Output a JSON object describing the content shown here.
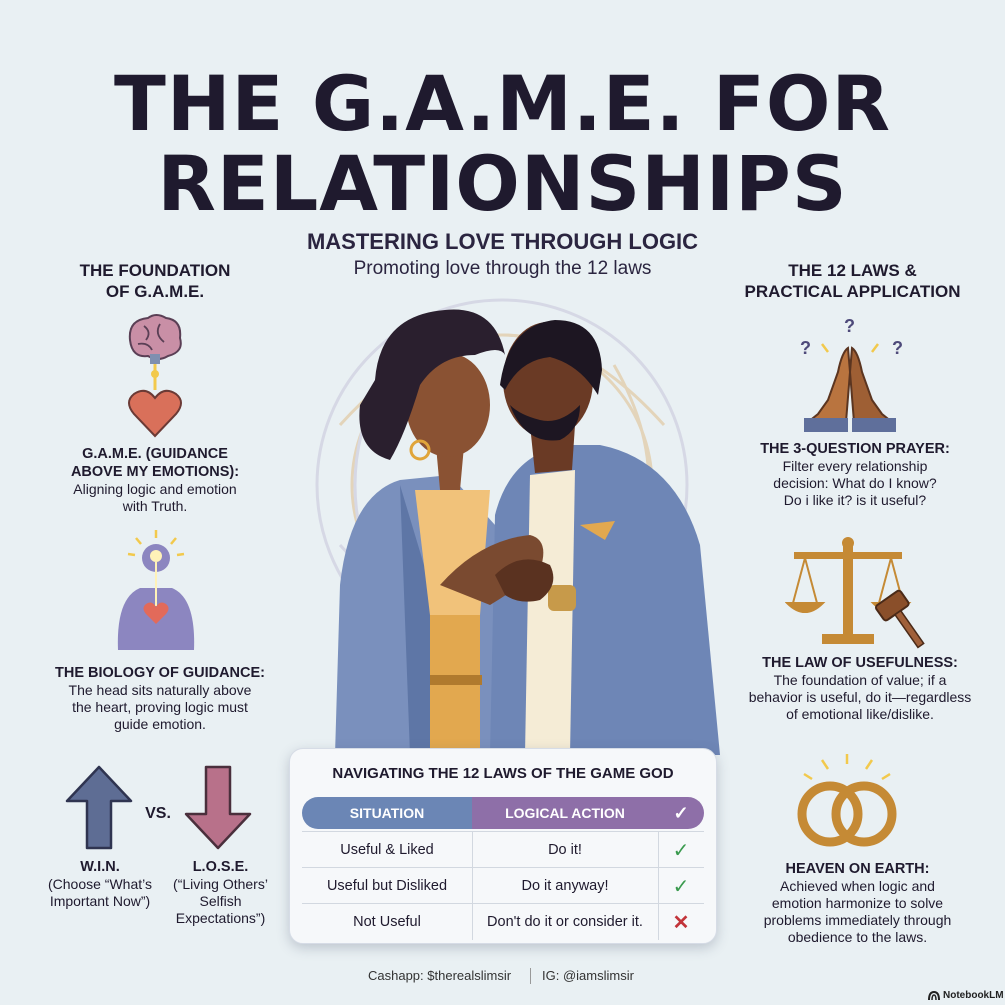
{
  "title_line1": "THE G.A.M.E. FOR",
  "title_line2": "RELATIONSHIPS",
  "subtitle": "MASTERING LOVE THROUGH LOGIC",
  "tagline": "Promoting love through the 12 laws",
  "left": {
    "heading_line1": "THE FOUNDATION",
    "heading_line2": "OF G.A.M.E.",
    "items": [
      {
        "head_line1": "G.A.M.E. (GUIDANCE",
        "head_line2": "ABOVE MY EMOTIONS):",
        "text_line1": "Aligning logic and emotion",
        "text_line2": "with Truth."
      },
      {
        "head_line1": "THE BIOLOGY OF GUIDANCE:",
        "text_line1": "The head sits naturally above",
        "text_line2": "the heart, proving logic must",
        "text_line3": "guide emotion."
      }
    ],
    "vs": "VS.",
    "win_label": "W.I.N.",
    "win_line1": "(Choose “What’s",
    "win_line2": "Important Now”)",
    "lose_label": "L.O.S.E.",
    "lose_line1": "(“Living Others’",
    "lose_line2": "Selfish",
    "lose_line3": "Expectations”)"
  },
  "right": {
    "heading_line1": "THE 12 LAWS &",
    "heading_line2": "PRACTICAL APPLICATION",
    "items": [
      {
        "head": "THE 3-QUESTION PRAYER:",
        "text_line1": "Filter every relationship",
        "text_line2": "decision: What do I know?",
        "text_line3": "Do i like it? is it useful?"
      },
      {
        "head": "THE LAW OF USEFULNESS:",
        "text_line1": "The foundation of value; if a",
        "text_line2": "behavior is useful, do it—regardless",
        "text_line3": "of emotional like/dislike."
      },
      {
        "head": "HEAVEN ON EARTH:",
        "text_line1": "Achieved when logic and",
        "text_line2": "emotion harmonize to solve",
        "text_line3": "problems immediately through",
        "text_line4": "obedience to the laws."
      }
    ]
  },
  "table": {
    "title": "NAVIGATING THE 12 LAWS OF THE GAME GOD",
    "col_situation": "SITUATION",
    "col_action": "LOGICAL ACTION",
    "col_check": "✓",
    "rows": [
      {
        "situation": "Useful & Liked",
        "action": "Do it!",
        "mark": "✓"
      },
      {
        "situation": "Useful but Disliked",
        "action": "Do it anyway!",
        "mark": "✓"
      },
      {
        "situation": "Not Useful",
        "action": "Don't do it or consider it.",
        "mark": "✕"
      }
    ]
  },
  "footer": {
    "cashapp": "Cashapp: $therealslimsir",
    "instagram": "IG: @iamslimsir",
    "brand": "NotebookLM"
  },
  "colors": {
    "background": "#e9f0f3",
    "ink": "#1f1a2e",
    "header_blue": "#6b86b5",
    "header_purple": "#8e6fa8",
    "check_green": "#3a9a4e",
    "cross_red": "#c2343a",
    "arrow_up": "#5e6d94",
    "arrow_down": "#b8718a",
    "gold": "#c58a35"
  },
  "icons": [
    "brain-icon",
    "heart-icon",
    "body-glow-icon",
    "up-arrow-icon",
    "down-arrow-icon",
    "praying-hands-icon",
    "scales-gavel-icon",
    "interlocked-rings-icon",
    "couple-illustration",
    "notebooklm-logo-icon"
  ]
}
